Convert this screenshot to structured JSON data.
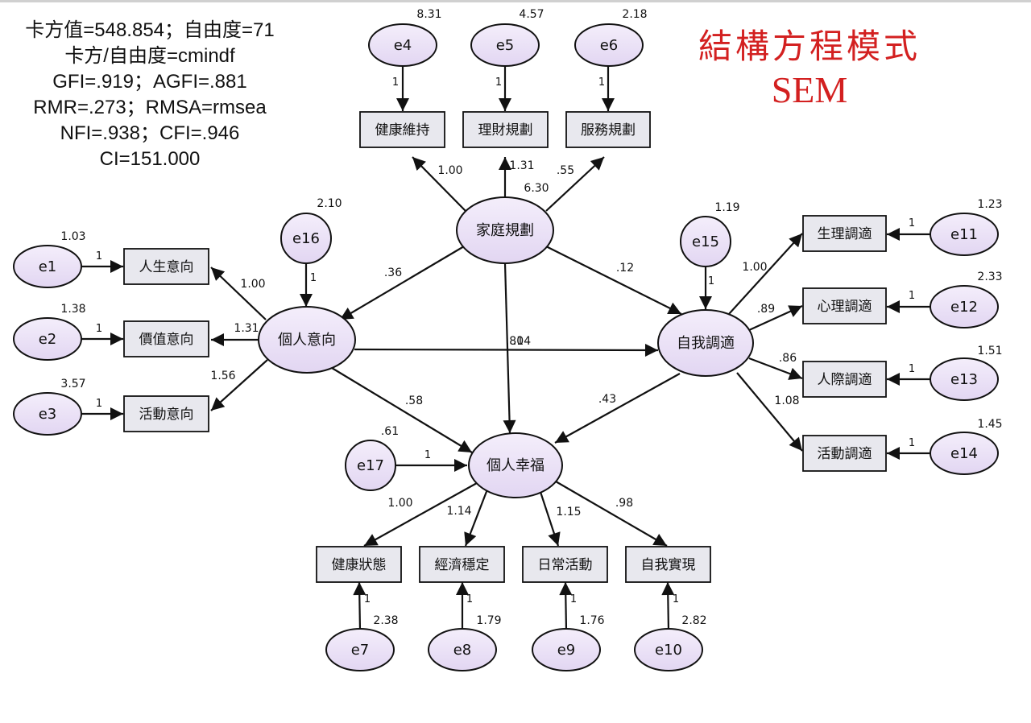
{
  "fit_indices": [
    "卡方值=548.854；自由度=71",
    "卡方/自由度=cmindf",
    "GFI=.919；AGFI=.881",
    "RMR=.273；RMSA=rmsea",
    "NFI=.938；CFI=.946",
    "CI=151.000"
  ],
  "title": {
    "main": "結構方程模式",
    "sub": "SEM"
  },
  "colors": {
    "ellipse_fill_top": "#f4eefb",
    "ellipse_fill_bottom": "#e2d6f2",
    "box_fill": "#e8e8ee",
    "stroke": "#111111",
    "title": "#d32020"
  },
  "latents": {
    "family": "家庭規劃",
    "personal": "個人意向",
    "self": "自我調適",
    "happiness": "個人幸福"
  },
  "indicators": {
    "health_maintain": "健康維持",
    "financial": "理財規劃",
    "service": "服務規劃",
    "life_intention": "人生意向",
    "value_intention": "價值意向",
    "activity_intention": "活動意向",
    "physio": "生理調適",
    "psych": "心理調適",
    "interpersonal": "人際調適",
    "activity_adjust": "活動調適",
    "health_status": "健康狀態",
    "economic": "經濟穩定",
    "daily": "日常活動",
    "self_real": "自我實現"
  },
  "errors": {
    "e1": {
      "name": "e1",
      "variance": "1.03"
    },
    "e2": {
      "name": "e2",
      "variance": "1.38"
    },
    "e3": {
      "name": "e3",
      "variance": "3.57"
    },
    "e4": {
      "name": "e4",
      "variance": "8.31"
    },
    "e5": {
      "name": "e5",
      "variance": "4.57"
    },
    "e6": {
      "name": "e6",
      "variance": "2.18"
    },
    "e7": {
      "name": "e7",
      "variance": "2.38"
    },
    "e8": {
      "name": "e8",
      "variance": "1.79"
    },
    "e9": {
      "name": "e9",
      "variance": "1.76"
    },
    "e10": {
      "name": "e10",
      "variance": "2.82"
    },
    "e11": {
      "name": "e11",
      "variance": "1.23"
    },
    "e12": {
      "name": "e12",
      "variance": "2.33"
    },
    "e13": {
      "name": "e13",
      "variance": "1.51"
    },
    "e14": {
      "name": "e14",
      "variance": "1.45"
    },
    "e15": {
      "name": "e15",
      "variance": "1.19"
    },
    "e16": {
      "name": "e16",
      "variance": "2.10"
    },
    "e17": {
      "name": "e17",
      "variance": ".61"
    }
  },
  "family_variance": "6.30",
  "error_weight": "1",
  "loadings": {
    "family_health": "1.00",
    "family_financial": "1.31",
    "family_service": ".55",
    "personal_life": "1.00",
    "personal_value": "1.31",
    "personal_activity": "1.56",
    "self_physio": "1.00",
    "self_psych": ".89",
    "self_interpersonal": ".86",
    "self_activity": "1.08",
    "happy_health": "1.00",
    "happy_economic": "1.14",
    "happy_daily": "1.15",
    "happy_selfreal": ".98"
  },
  "paths": {
    "family_personal": ".36",
    "family_self": ".12",
    "family_happiness": ".81",
    "personal_self": ".04",
    "personal_happiness": ".58",
    "self_happiness": ".43"
  }
}
